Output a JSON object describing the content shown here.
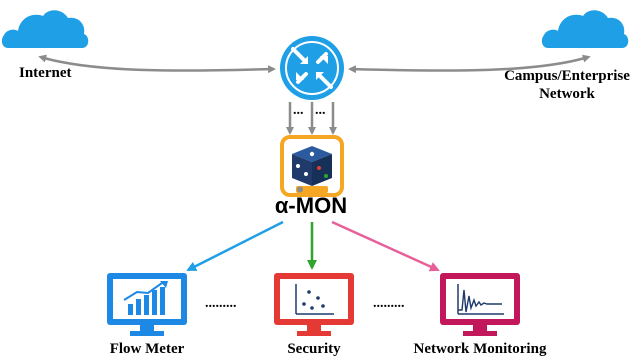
{
  "labels": {
    "internet": "Internet",
    "campus_line1": "Campus/Enterprise",
    "campus_line2": "Network",
    "amon": "α-MON",
    "flow_meter": "Flow Meter",
    "security": "Security",
    "network_monitoring": "Network Monitoring",
    "ellipsis_router_1": "...",
    "ellipsis_router_2": "...",
    "ellipsis_bottom_1": ".........",
    "ellipsis_bottom_2": "........."
  },
  "colors": {
    "cloud": "#1e9fe6",
    "router": "#1e9fe6",
    "arrow_gray": "#8c8c8c",
    "amon_border": "#f5a623",
    "dice": "#1f3a6b",
    "flow_meter": "#1e88e5",
    "security": "#e53935",
    "network_monitoring": "#c2185b",
    "arrow_blue": "#1e9fe6",
    "arrow_green": "#2fa52f",
    "arrow_pink": "#e8609a"
  },
  "icons": {
    "cloud_left": "cloud-icon",
    "cloud_right": "cloud-icon",
    "router": "router-icon",
    "amon": "dice-icon",
    "flow_meter": "bar-chart-monitor-icon",
    "security": "scatter-plot-monitor-icon",
    "network_monitoring": "waveform-monitor-icon"
  }
}
